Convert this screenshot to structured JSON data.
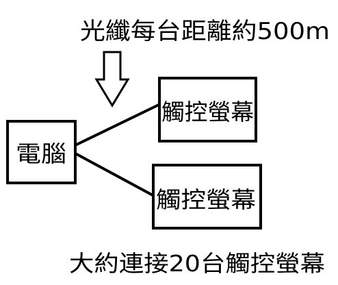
{
  "top_note": "光纖每台距離約500m",
  "bottom_note": "大約連接20台觸控螢幕",
  "computer": {
    "label": "電腦"
  },
  "screens": [
    {
      "label": "觸控螢幕"
    },
    {
      "label": "觸控螢幕"
    }
  ],
  "colors": {
    "stroke": "#000000",
    "background": "#ffffff"
  }
}
